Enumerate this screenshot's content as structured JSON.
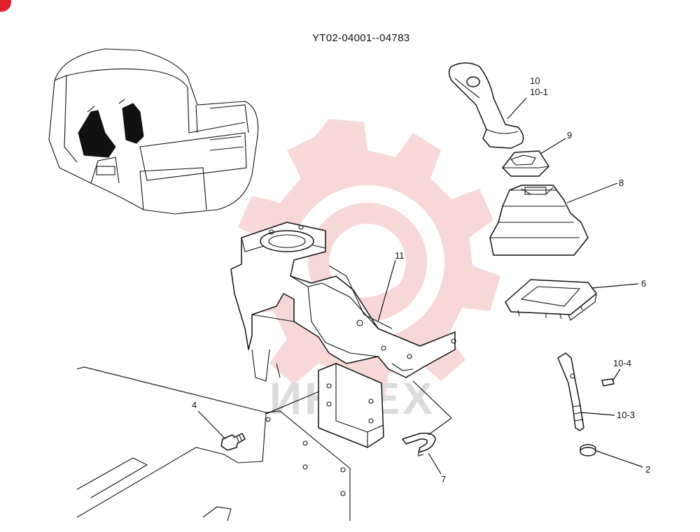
{
  "header": {
    "code": "YT02-04001--04783"
  },
  "watermark": {
    "text": "ИНТЕХ",
    "color": "#f4b8b8",
    "logo": "gear-icon"
  },
  "brand_badge": {
    "color": "#e0202a"
  },
  "callouts": {
    "c10": "10",
    "c10_1": "10-1",
    "c9": "9",
    "c8": "8",
    "c11": "11",
    "c6": "6",
    "c10_4": "10-4",
    "c10_3": "10-3",
    "c4": "4",
    "c7": "7",
    "c2": "2"
  }
}
